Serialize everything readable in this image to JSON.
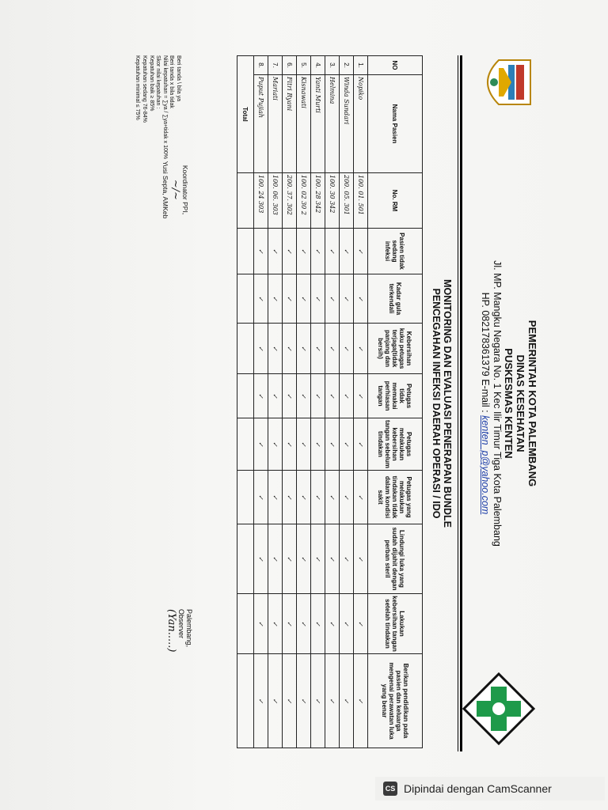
{
  "header": {
    "line1": "PEMERINTAH KOTA PALEMBANG",
    "line2": "DINAS KESEHATAN",
    "line3": "PUSKESMAS KENTEN",
    "line4": "Jl. MP. Mangku Negara No. 1 Kec Ilir Timur Tiga Kota Palembang",
    "phone": "HP. 082178361379 E-mail : ",
    "email": "kenten_p@yahoo.com"
  },
  "title": {
    "line1": "MONITORING DAN EVALUASI PENERAPAN BUNDLE",
    "line2": "PENCEGAHAN INFEKSI DAERAH OPERASI / IDO"
  },
  "table": {
    "headers": {
      "no": "NO",
      "nama": "Nama Pasien",
      "rm": "No. RM",
      "c1": "Pasien tidak sedang infeksi",
      "c2": "Kadar gula terkendali",
      "c3": "Kebersihan kuku petugas terjaga(tidak panjang dan bersih)",
      "c4": "Petugas tidak memakai perhiasan tangan",
      "c5": "Petugas melakukan kebersihan tangan sebelum tindakan",
      "c6": "Petugas yang melakukan tindakan tidak dalam kondisi sakit",
      "c7": "Lindungi luka yang sudah dijahit dengan perban steril",
      "c8": "Lakukan kebersihan tangan setelah tindakan",
      "c9": "Berikan pendidikan pada pasien dan keluarga mengenai perawatan luka yang benar"
    },
    "rows": [
      {
        "no": "1.",
        "nama": "Nopiko",
        "rm": "100. 01. 501",
        "checks": [
          "✓",
          "✓",
          "✓",
          "✓",
          "✓",
          "✓",
          "✓",
          "✓",
          "✓"
        ]
      },
      {
        "no": "2.",
        "nama": "Winda Sundari",
        "rm": "200. 05. 301",
        "checks": [
          "✓",
          "✓",
          "✓",
          "✓",
          "✓",
          "✓",
          "✓",
          "✓",
          "✓"
        ]
      },
      {
        "no": "3.",
        "nama": "Helmina",
        "rm": "100. 30 342",
        "checks": [
          "✓",
          "✓",
          "✓",
          "✓",
          "✓",
          "✓",
          "✓",
          "✓",
          "✓"
        ]
      },
      {
        "no": "4.",
        "nama": "Yanti Murti",
        "rm": "100. 28 342",
        "checks": [
          "✓",
          "✓",
          "✓",
          "✓",
          "✓",
          "✓",
          "✓",
          "✓",
          "✓"
        ]
      },
      {
        "no": "5.",
        "nama": "Kisnawati",
        "rm": "100. 02 30 2",
        "checks": [
          "✓",
          "✓",
          "✓",
          "✓",
          "✓",
          "✓",
          "✓",
          "✓",
          "✓"
        ]
      },
      {
        "no": "6.",
        "nama": "Fitri Ryani",
        "rm": "200. 37. 302",
        "checks": [
          "✓",
          "✓",
          "✓",
          "✓",
          "✓",
          "✓",
          "✓",
          "✓",
          "✓"
        ]
      },
      {
        "no": "7.",
        "nama": "Mariati",
        "rm": "100. 06. 303",
        "checks": [
          "✓",
          "✓",
          "✓",
          "✓",
          "✓",
          "✓",
          "✓",
          "✓",
          "✓"
        ]
      },
      {
        "no": "8.",
        "nama": "Puput Pujiah",
        "rm": "100. 24 303",
        "checks": [
          "✓",
          "✓",
          "✓",
          "✓",
          "✓",
          "✓",
          "✓",
          "✓",
          "✓"
        ]
      }
    ],
    "total_label": "Total"
  },
  "notes": [
    "Beri tanda \\ bila ya",
    "Beri tanda x bila tidak",
    "Nilai kepatuhan = ∑ya / ∑ya+tidak x 100%",
    "Skor nilai kepatuhan :",
    "Kepatuhan baik ≥ 85%",
    "Kepatuhan sedang 76-84%",
    "Kepatuhan minimal ≤ 75%"
  ],
  "sign_left": {
    "role": "Koordinator PPI,",
    "name": "Yusi Septa, AMKeb"
  },
  "sign_right": {
    "city": "Palembang,",
    "role": "Observer",
    "name": "(Yan.....)"
  },
  "watermark": {
    "icon": "CS",
    "text": "Dipindai dengan CamScanner"
  }
}
